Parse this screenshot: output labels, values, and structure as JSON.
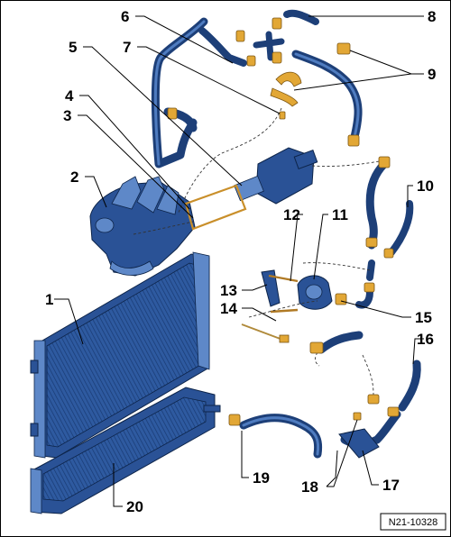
{
  "diagram": {
    "reference_code": "N21-10328",
    "callouts": [
      {
        "id": "1",
        "label": "1"
      },
      {
        "id": "2",
        "label": "2"
      },
      {
        "id": "3",
        "label": "3"
      },
      {
        "id": "4",
        "label": "4"
      },
      {
        "id": "5",
        "label": "5"
      },
      {
        "id": "6",
        "label": "6"
      },
      {
        "id": "7",
        "label": "7"
      },
      {
        "id": "8",
        "label": "8"
      },
      {
        "id": "9",
        "label": "9"
      },
      {
        "id": "10",
        "label": "10"
      },
      {
        "id": "11",
        "label": "11"
      },
      {
        "id": "12",
        "label": "12"
      },
      {
        "id": "13",
        "label": "13"
      },
      {
        "id": "14",
        "label": "14"
      },
      {
        "id": "15",
        "label": "15"
      },
      {
        "id": "16",
        "label": "16"
      },
      {
        "id": "17",
        "label": "17"
      },
      {
        "id": "18",
        "label": "18"
      },
      {
        "id": "19",
        "label": "19"
      },
      {
        "id": "20",
        "label": "20"
      }
    ],
    "colors": {
      "part_blue": "#2a5296",
      "hose_blue": "#1d3f78",
      "clamp_gold": "#e2a735",
      "line": "#000000"
    }
  }
}
